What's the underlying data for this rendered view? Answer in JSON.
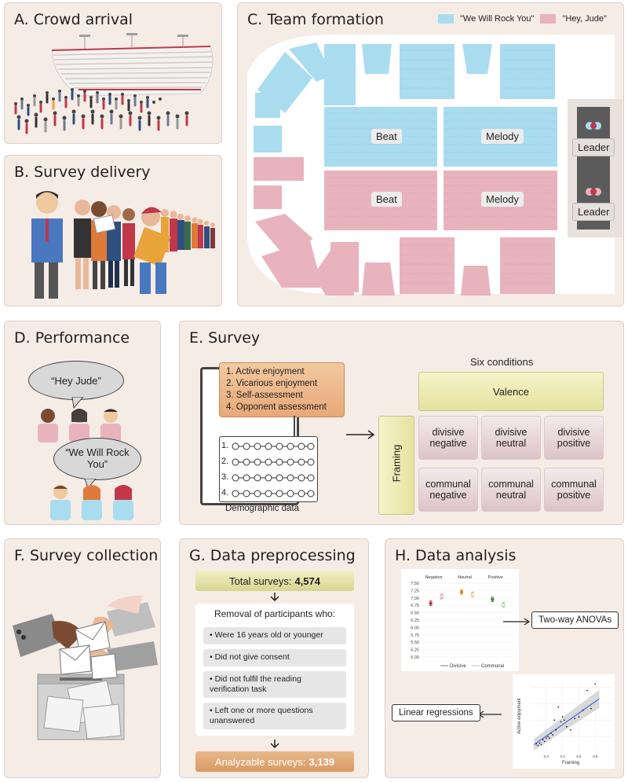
{
  "panels": {
    "a": {
      "title": "A. Crowd arrival"
    },
    "b": {
      "title": "B. Survey delivery"
    },
    "c": {
      "title": "C. Team formation",
      "legend": [
        {
          "label": "\"We Will Rock You\"",
          "color": "#a9dcef"
        },
        {
          "label": "\"Hey, Jude\"",
          "color": "#e8b3bd"
        }
      ],
      "sections": {
        "beat_top": "Beat",
        "melody_top": "Melody",
        "beat_bottom": "Beat",
        "melody_bottom": "Melody"
      },
      "leaders": [
        "Leader",
        "Leader"
      ]
    },
    "d": {
      "title": "D. Performance",
      "bubble1": "“Hey Jude”",
      "bubble2": "“We Will Rock You”"
    },
    "e": {
      "title": "E. Survey",
      "items": [
        "1. Active enjoyment",
        "2. Vicarious enjoyment",
        "3. Self-assessment",
        "4. Opponent assessment"
      ],
      "scale_rows": [
        "1.",
        "2.",
        "3.",
        "4."
      ],
      "demographic": "Demographic data",
      "six_conditions": "Six conditions",
      "valence": "Valence",
      "framing": "Framing",
      "conditions": [
        "divisive negative",
        "divisive neutral",
        "divisive positive",
        "communal negative",
        "communal neutral",
        "communal positive"
      ]
    },
    "f": {
      "title": "F. Survey collection"
    },
    "g": {
      "title": "G. Data preprocessing",
      "total_label": "Total surveys:",
      "total_value": "4,574",
      "removal_heading": "Removal of participants who:",
      "criteria": [
        "Were 16 years old or younger",
        "Did not give consent",
        "Did not fulfil the reading verification task",
        "Left one or more questions unanswered"
      ],
      "final_label": "Analyzable surveys:",
      "final_value": "3,139"
    },
    "h": {
      "title": "H. Data analysis",
      "anova_label": "Two-way ANOVAs",
      "regression_label": "Linear regressions"
    }
  },
  "chart_data": [
    {
      "type": "scatter",
      "title": "",
      "groups": [
        "Negative",
        "Neutral",
        "Positive"
      ],
      "yticks": [
        "7.50",
        "7.25",
        "7.00",
        "6.75",
        "6.50",
        "6.25",
        "6.00",
        "5.75",
        "5.50",
        "5.25",
        "5.00"
      ],
      "ylim": [
        5.0,
        7.5
      ],
      "series": [
        {
          "name": "Divisive",
          "values": [
            6.82,
            7.2,
            6.95
          ],
          "colors": [
            "#b1384a",
            "#c98b2a",
            "#3f8f3f"
          ]
        },
        {
          "name": "Communal",
          "values": [
            7.05,
            7.12,
            6.77
          ],
          "colors": [
            "#d98a8f",
            "#d9b772",
            "#8ec28e"
          ]
        }
      ],
      "legend": [
        "Divisive",
        "Communal"
      ]
    },
    {
      "type": "scatter",
      "xlabel": "Framing",
      "ylabel": "Active enjoyment",
      "xticks": [
        "0.2",
        "0.4",
        "0.6",
        "0.8"
      ],
      "points": [
        [
          0.08,
          0.55
        ],
        [
          0.1,
          0.45
        ],
        [
          0.12,
          0.6
        ],
        [
          0.14,
          0.5
        ],
        [
          0.16,
          0.8
        ],
        [
          0.18,
          0.7
        ],
        [
          0.2,
          0.9
        ],
        [
          0.22,
          1.0
        ],
        [
          0.24,
          0.9
        ],
        [
          0.26,
          1.2
        ],
        [
          0.28,
          1.1
        ],
        [
          0.3,
          2.0
        ],
        [
          0.32,
          1.4
        ],
        [
          0.35,
          2.8
        ],
        [
          0.38,
          1.9
        ],
        [
          0.4,
          2.2
        ],
        [
          0.42,
          2.0
        ],
        [
          0.45,
          1.6
        ],
        [
          0.5,
          1.4
        ],
        [
          0.55,
          2.1
        ],
        [
          0.6,
          2.2
        ],
        [
          0.65,
          2.6
        ],
        [
          0.7,
          3.8
        ],
        [
          0.75,
          2.7
        ],
        [
          0.8,
          4.2
        ]
      ],
      "fit": [
        [
          0.05,
          0.5
        ],
        [
          0.85,
          3.3
        ]
      ]
    }
  ]
}
